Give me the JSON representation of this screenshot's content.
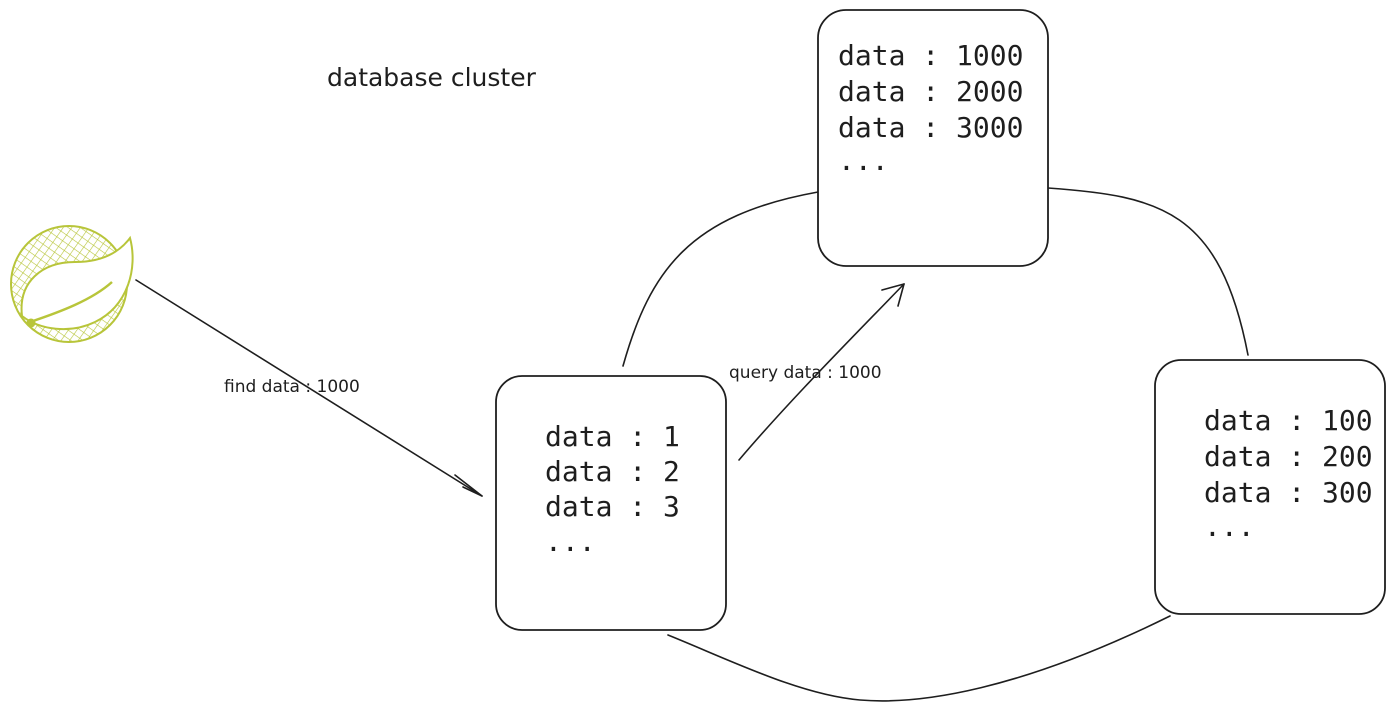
{
  "diagram": {
    "title": "database cluster",
    "client_icon": "spring-leaf-icon",
    "colors": {
      "ink": "#1e1e1e",
      "logo": "#b8c53a",
      "background": "#ffffff"
    },
    "nodes": {
      "top": {
        "lines": [
          "data : 1000",
          "data : 2000",
          "data : 3000",
          "..."
        ]
      },
      "middle": {
        "lines": [
          "data : 1",
          "data : 2",
          "data : 3",
          "..."
        ]
      },
      "right": {
        "lines": [
          "data : 100",
          "data : 200",
          "data : 300",
          "..."
        ]
      }
    },
    "edges": {
      "find": {
        "label": "find data : 1000"
      },
      "query": {
        "label": "query data : 1000"
      }
    }
  }
}
